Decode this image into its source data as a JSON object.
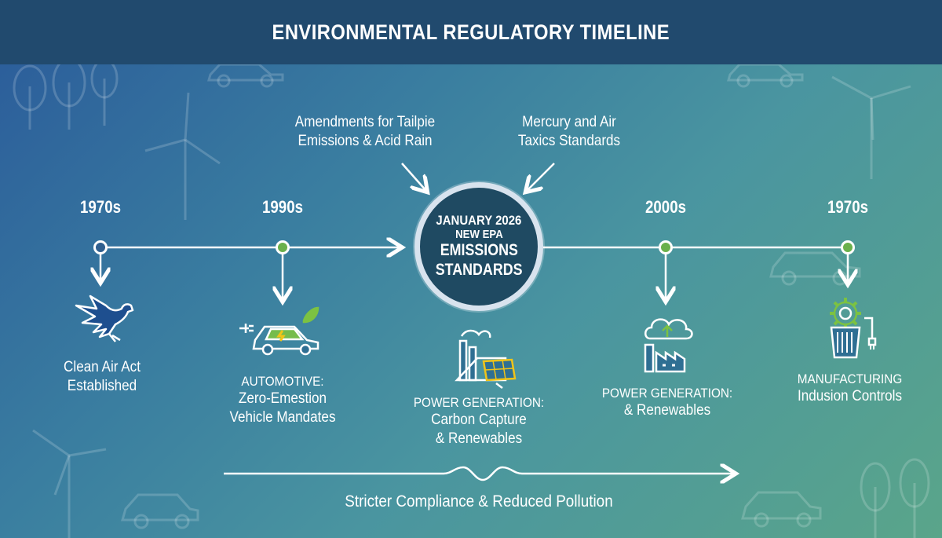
{
  "title": "ENVIRONMENTAL REGULATORY TIMELINE",
  "center": {
    "date": "JANUARY 2026",
    "subtitle": "NEW EPA",
    "line1": "EMISSIONS",
    "line2": "STANDARDS"
  },
  "annotations": {
    "left_line1": "Amendments for Tailpie",
    "left_line2": "Emissions & Acid Rain",
    "right_line1": "Mercury and Air",
    "right_line2": "Taxics Standards"
  },
  "milestones": [
    {
      "year": "1970s",
      "line1": "Clean Air Act",
      "line2": "Established",
      "icon": "eagle-icon"
    },
    {
      "year": "1990s",
      "line1": "AUTOMOTIVE:",
      "line2": "Zero-Emestion",
      "line3": "Vehicle Mandates",
      "icon": "electric-car-icon"
    },
    {
      "year": "",
      "line1": "POWER GENERATION:",
      "line2": "Carbon Capture",
      "line3": "& Renewables",
      "icon": "factory-solar-icon"
    },
    {
      "year": "2000s",
      "line1": "POWER GENERATION:",
      "line2": "& Renewables",
      "icon": "cloud-factory-icon"
    },
    {
      "year": "1970s",
      "line1": "MANUFACTURING",
      "line2": "Indusion Controls",
      "icon": "gear-filter-icon"
    }
  ],
  "bottom_caption": "Stricter Compliance & Reduced Pollution",
  "colors": {
    "header": "#214a6e",
    "node_green": "#6ab04c",
    "circle_fill": "#1f4a62",
    "icon_blue": "#ffffff",
    "icon_green": "#7cc242",
    "icon_yellow": "#f0c419"
  }
}
